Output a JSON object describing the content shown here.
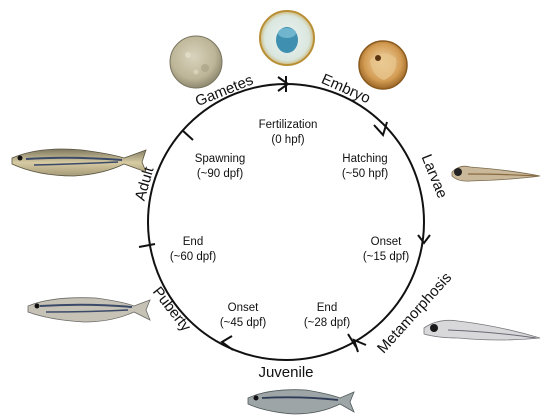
{
  "stages": {
    "gametes": "Gametes",
    "embryo": "Embryo",
    "larvae": "Larvae",
    "metamorphosis": "Metamorphosis",
    "juvenile": "Juvenile",
    "puberty": "Puberty",
    "adult": "Adult"
  },
  "milestones": {
    "fertilization": {
      "name": "Fertilization",
      "time": "(0 hpf)"
    },
    "hatching": {
      "name": "Hatching",
      "time": "(~50 hpf)"
    },
    "meta_onset": {
      "name": "Onset",
      "time": "(~15 dpf)"
    },
    "meta_end": {
      "name": "End",
      "time": "(~28 dpf)"
    },
    "puberty_onset": {
      "name": "Onset",
      "time": "(~45 dpf)"
    },
    "puberty_end": {
      "name": "End",
      "time": "(~60 dpf)"
    },
    "spawning": {
      "name": "Spawning",
      "time": "(~90 dpf)"
    }
  },
  "colors": {
    "cycle_line": "#111111",
    "egg_shell": "#c9c2a8",
    "embryo_blue": "#3e8fb0",
    "embryo_amber": "#c98a3c",
    "fish_body": "#b8a98a",
    "fish_stripe": "#3c4a6a"
  }
}
